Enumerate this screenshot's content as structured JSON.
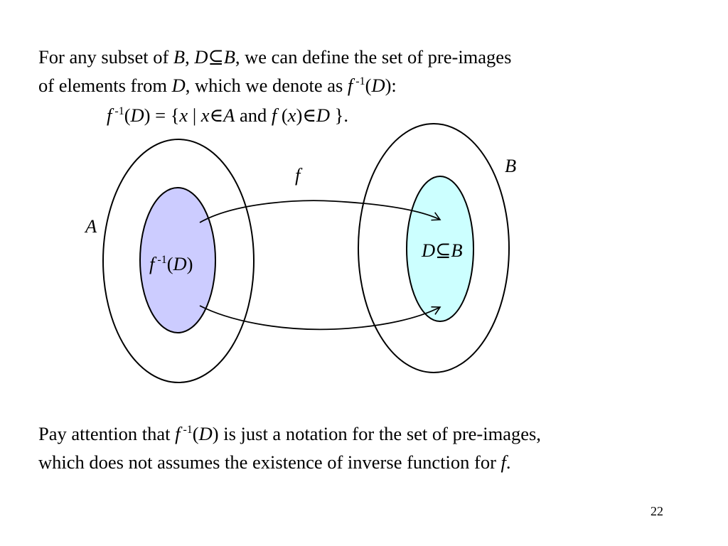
{
  "intro": {
    "line1": {
      "t1": "For any subset of ",
      "B1": "B",
      "t2": ", ",
      "D1": "D",
      "subset": "⊆",
      "B2": "B",
      "t3": ", we can define the set of pre-images"
    },
    "line2": {
      "t1": "of elements from ",
      "D": "D",
      "t2": ", which we denote as ",
      "f": "f",
      "sup": " -1",
      "open": "(",
      "D2": "D",
      "close": "):"
    }
  },
  "definition": {
    "f": "f",
    "sup": " -1",
    "lhs_open": "(",
    "D": "D",
    "lhs_close": ") = {",
    "x1": "x",
    "bar": " | ",
    "x2": "x",
    "in1": "∈",
    "A": "A",
    "and": " and ",
    "f2": "f",
    "arg_open": " (",
    "x3": "x",
    "arg_close": ")",
    "in2": "∈",
    "D2": "D",
    "end": " }."
  },
  "diagram": {
    "set_A_label": "A",
    "set_B_label": "B",
    "arrow_label": "f",
    "preimage_label": {
      "f": "f",
      "sup": " -1",
      "open": "(",
      "D": "D",
      "close": ")"
    },
    "subset_label": {
      "D": "D",
      "subset": "⊆",
      "B": "B"
    },
    "colors": {
      "preimage_fill": "#ccccff",
      "subset_fill": "#ccffff",
      "stroke": "#000000",
      "background": "#ffffff"
    }
  },
  "note": {
    "line1": {
      "t1": "Pay attention that ",
      "f": "f",
      "sup": " -1",
      "open": "(",
      "D": "D",
      "t2": ") is just a notation for the set of pre-images,"
    },
    "line2": {
      "t1": "which does not assumes the existence of inverse function for ",
      "f": "f",
      "t2": "."
    }
  },
  "page_number": "22"
}
